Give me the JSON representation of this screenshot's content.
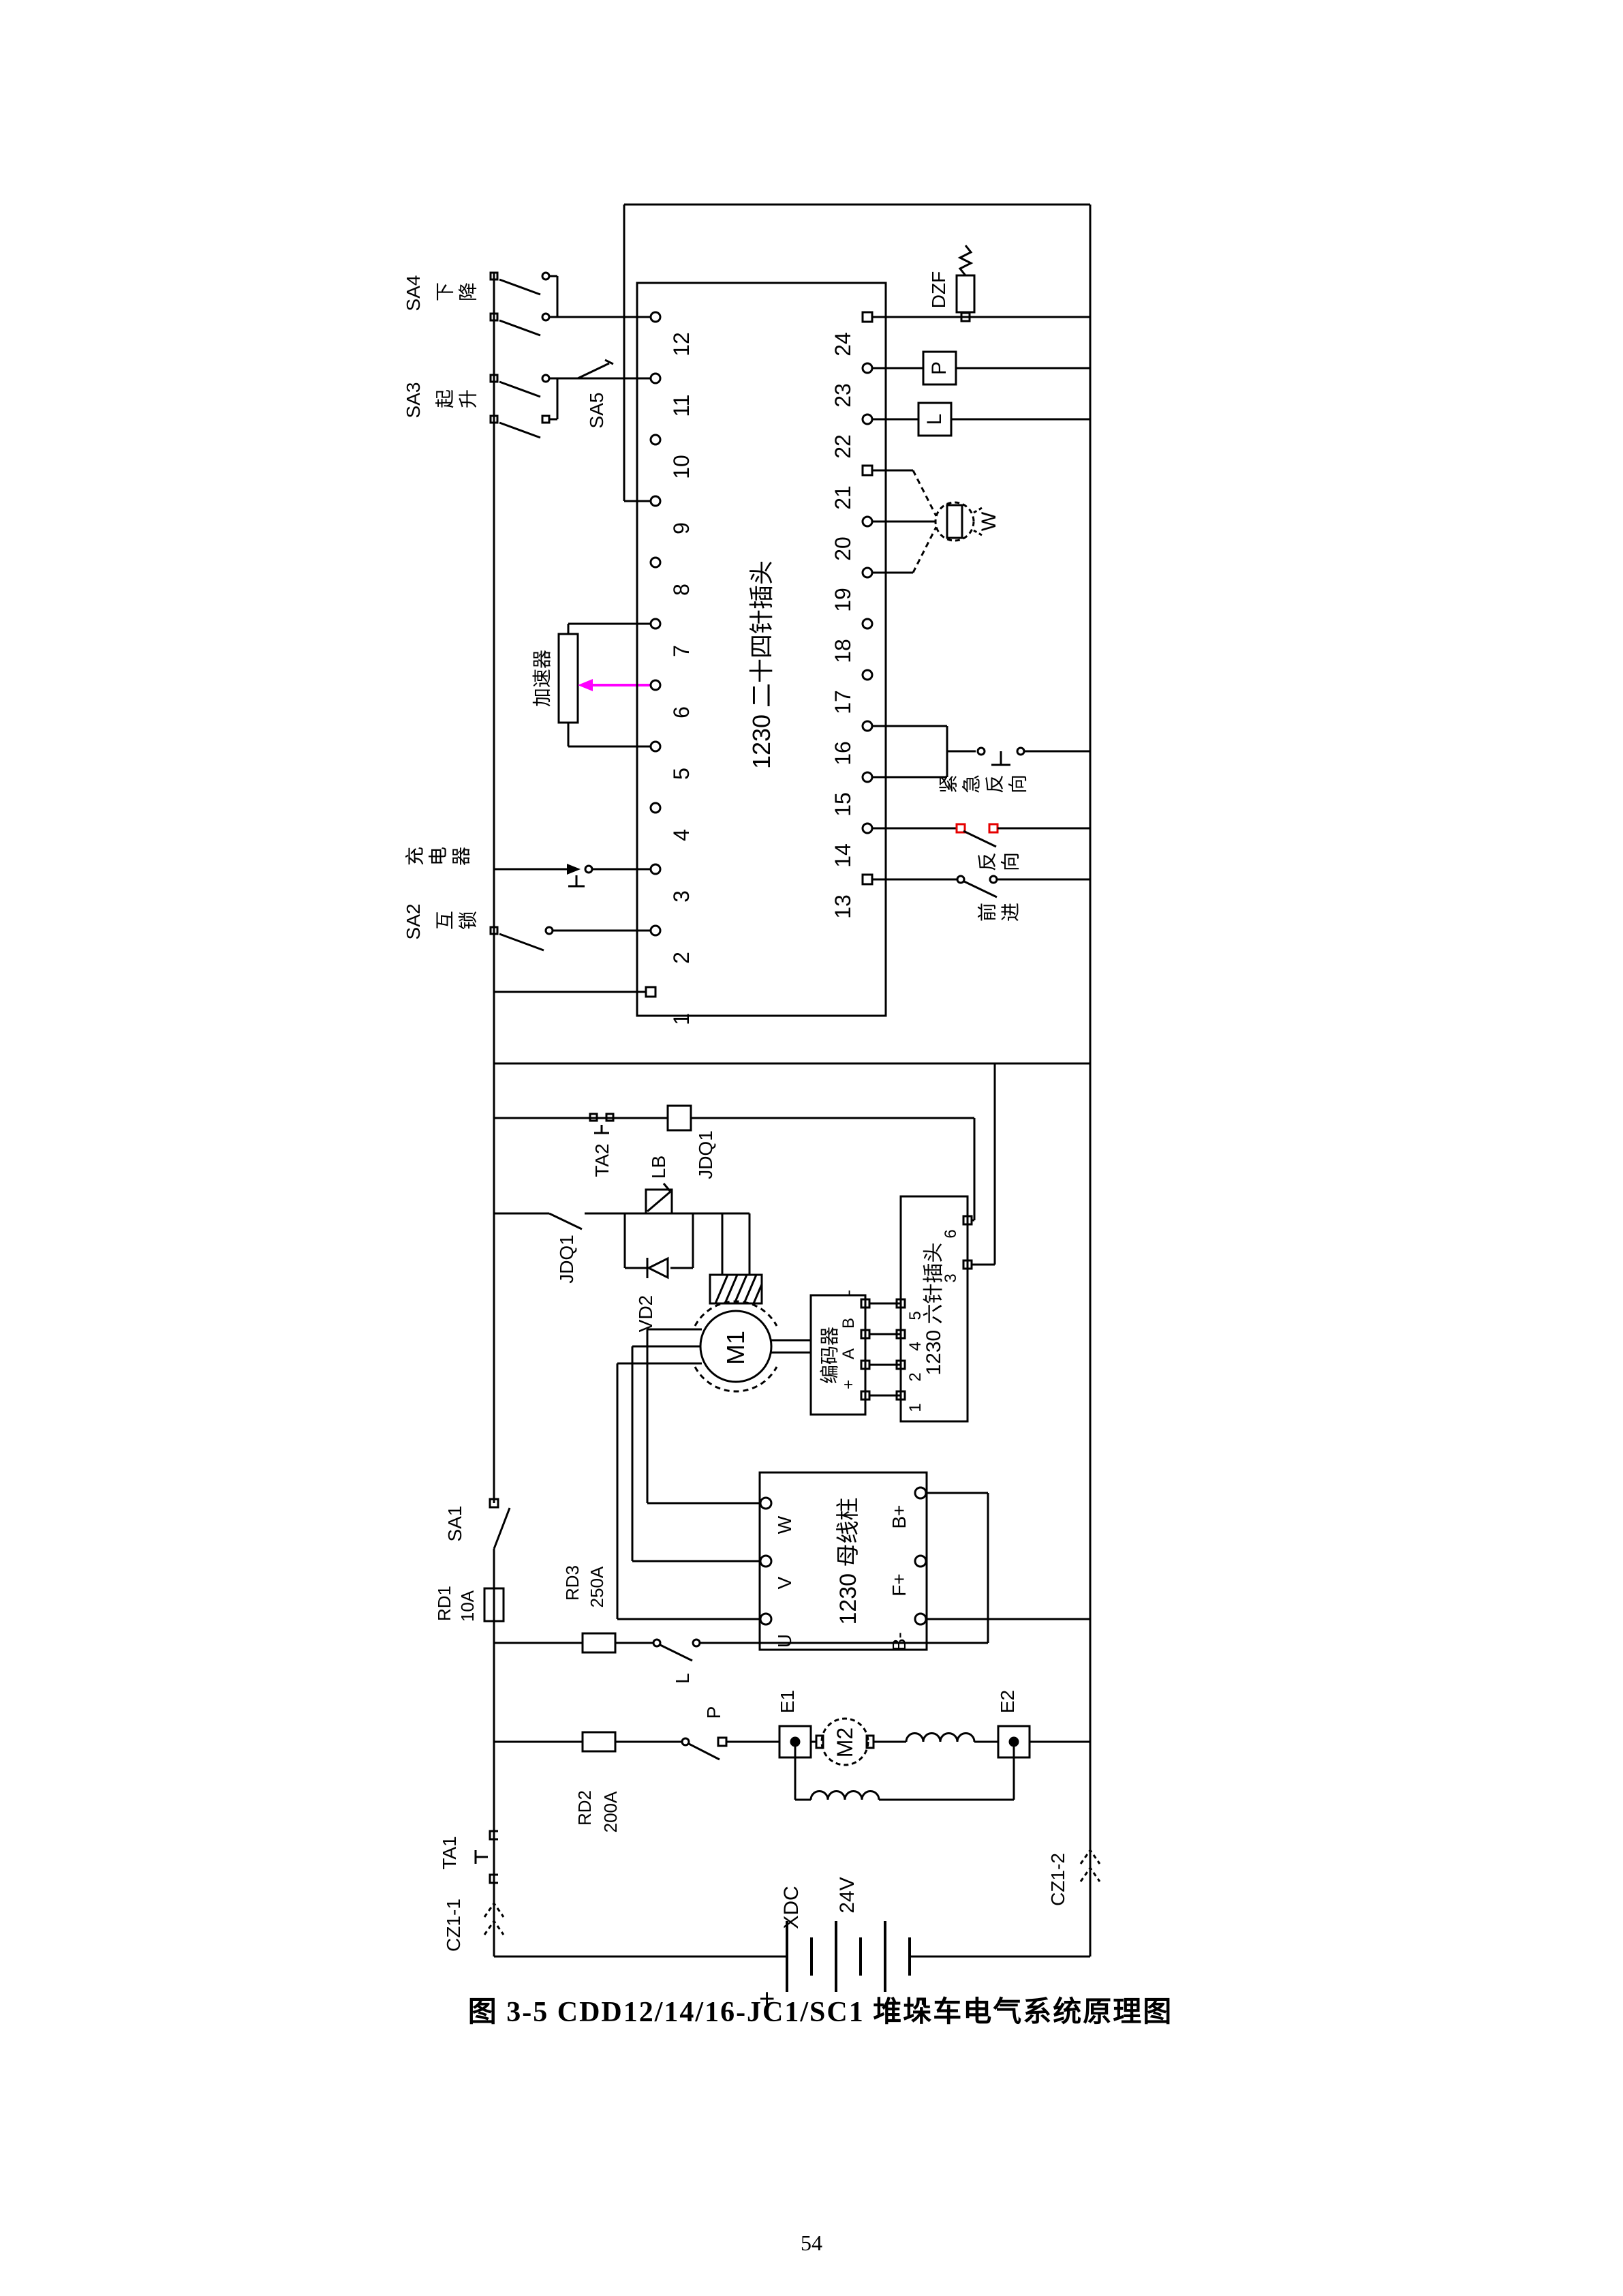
{
  "page": {
    "caption": "图 3-5 CDD12/14/16-JC1/SC1 堆垛车电气系统原理图",
    "number": "54"
  },
  "colors": {
    "line": "#000000",
    "background": "#ffffff",
    "wiper_arrow": "#ff00ff",
    "reverse_contacts": "#e60000"
  },
  "controller_connector": {
    "label": "1230 二十四针插头",
    "left_pins": [
      "12",
      "11",
      "10",
      "9",
      "8",
      "7",
      "6",
      "5",
      "4",
      "3",
      "2",
      "1"
    ],
    "right_pins": [
      "24",
      "23",
      "22",
      "21",
      "20",
      "19",
      "18",
      "17",
      "16",
      "15",
      "14",
      "13"
    ]
  },
  "switches": {
    "sa4": {
      "id": "SA4",
      "name": "下降"
    },
    "sa3": {
      "id": "SA3",
      "name": "起升"
    },
    "sa5": {
      "id": "SA5"
    },
    "sa2": {
      "id": "SA2",
      "name": "互锁"
    },
    "sa1": {
      "id": "SA1"
    },
    "charger": {
      "name": "充电器"
    },
    "accelerator": {
      "name": "加速器"
    },
    "emergency_reverse": {
      "name": "紧急反向"
    },
    "reverse": {
      "name": "反向"
    },
    "forward": {
      "name": "前进"
    }
  },
  "right_components": {
    "dzf": "DZF",
    "p_coil": "P",
    "l_coil": "L",
    "meter": "W"
  },
  "relay_section": {
    "ta2": "TA2",
    "jdq1_coil": "JDQ1",
    "jdq1_contact": "JDQ1",
    "lb": "LB",
    "vd2": "VD2"
  },
  "drive": {
    "motor": "M1",
    "encoder": {
      "label": "编码器",
      "pins": [
        "-",
        "B",
        "A",
        "+"
      ]
    },
    "encoder_connector": {
      "label": "1230 六针插头",
      "left_pins": [
        "5",
        "4",
        "2",
        "1"
      ],
      "right_pins": [
        "6",
        "3"
      ]
    },
    "busbar": {
      "label": "1230 母线柱",
      "left_terminals": [
        "W",
        "V",
        "U"
      ],
      "right_terminals": [
        "B+",
        "F+",
        "B-"
      ]
    }
  },
  "fuses": {
    "rd1": {
      "id": "RD1",
      "rating": "10A"
    },
    "rd3": {
      "id": "RD3",
      "rating": "250A"
    },
    "rd2": {
      "id": "RD2",
      "rating": "200A"
    }
  },
  "contactor_contacts": {
    "l": "L",
    "p": "P"
  },
  "pump_circuit": {
    "e1": "E1",
    "motor": "M2",
    "e2": "E2"
  },
  "connectors": {
    "ta1": "TA1",
    "cz1_1": "CZ1-1",
    "cz1_2": "CZ1-2"
  },
  "battery": {
    "id": "XDC",
    "voltage": "24V",
    "positive": "+",
    "negative": "-"
  }
}
